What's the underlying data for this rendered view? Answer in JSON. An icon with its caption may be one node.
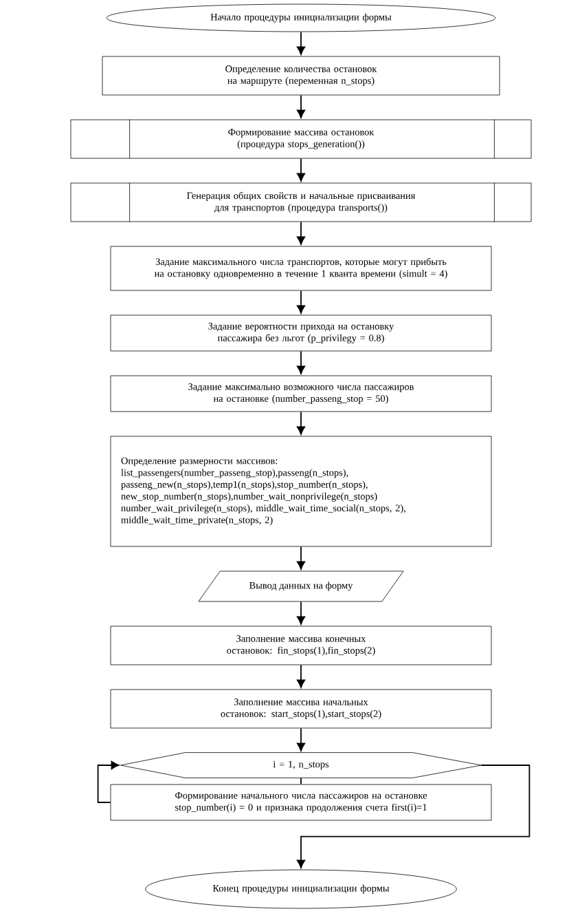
{
  "diagram": {
    "nodes": [
      {
        "text": [
          "Начало процедуры инициализации формы"
        ]
      },
      {
        "text": [
          "Определение количества остановок на маршруте (переменная n_stops)"
        ]
      },
      {
        "text": [
          "Формирование массива остановок (процедура stops_generation())"
        ]
      },
      {
        "text": [
          "Генерация общих свойств и начальные присваивания для транспортов (процедура transports())"
        ]
      },
      {
        "text": [
          "Задание максимального числа транспортов, которые могут прибыть на остановку одновременно в течение 1 кванта времени (simult = 4)"
        ]
      },
      {
        "text": [
          "Задание вероятности прихода на остановку пассажира без льгот (p_privilegy = 0.8)"
        ]
      },
      {
        "text": [
          "Задание максимально возможного числа пассажиров на остановке (number_passeng_stop = 50)"
        ]
      },
      {
        "text": [
          "Определение размерности массивов:",
          "list_passengers(number_passeng_stop),passeng(n_stops), passeng_new(n_stops),temp1(n_stops),stop_number(n_stops), new_stop_number(n_stops),number_wait_nonprivilege(n_stops) number_wait_privilege(n_stops), middle_wait_time_social(n_stops, 2), middle_wait_time_private(n_stops, 2)"
        ]
      },
      {
        "text": [
          "Вывод данных на форму"
        ]
      },
      {
        "text": [
          "Заполнение массива конечных остановок: fin_stops(1),fin_stops(2)"
        ]
      },
      {
        "text": [
          "Заполнение массива начальных остановок: start_stops(1),start_stops(2)"
        ]
      },
      {
        "text": [
          "i = 1, n_stops"
        ]
      },
      {
        "text": [
          "Формирование начального числа пассажиров на остановке stop_number(i) = 0 и признака продолжения счета first(i)=1"
        ]
      },
      {
        "text": [
          "Конец процедуры инициализации формы"
        ]
      }
    ],
    "edges": [
      {
        "from": 0,
        "to": 1,
        "arrow": "to"
      },
      {
        "from": 1,
        "to": 2,
        "arrow": "to"
      },
      {
        "from": 2,
        "to": 3,
        "arrow": "to"
      },
      {
        "from": 3,
        "to": 4,
        "arrow": "to"
      },
      {
        "from": 4,
        "to": 5,
        "arrow": "to"
      },
      {
        "from": 5,
        "to": 6,
        "arrow": "to"
      },
      {
        "from": 6,
        "to": 7,
        "arrow": "to"
      },
      {
        "from": 7,
        "to": 8,
        "arrow": "to"
      },
      {
        "from": 8,
        "to": 9,
        "arrow": "to"
      },
      {
        "from": 9,
        "to": 10,
        "arrow": "to"
      },
      {
        "from": 10,
        "to": 11,
        "arrow": "to"
      },
      {
        "from": 11,
        "to": 12,
        "arrow": "none"
      },
      {
        "from": 12,
        "to": 11,
        "arrow": "to"
      },
      {
        "from": 11,
        "to": 13,
        "arrow": "to"
      }
    ]
  }
}
